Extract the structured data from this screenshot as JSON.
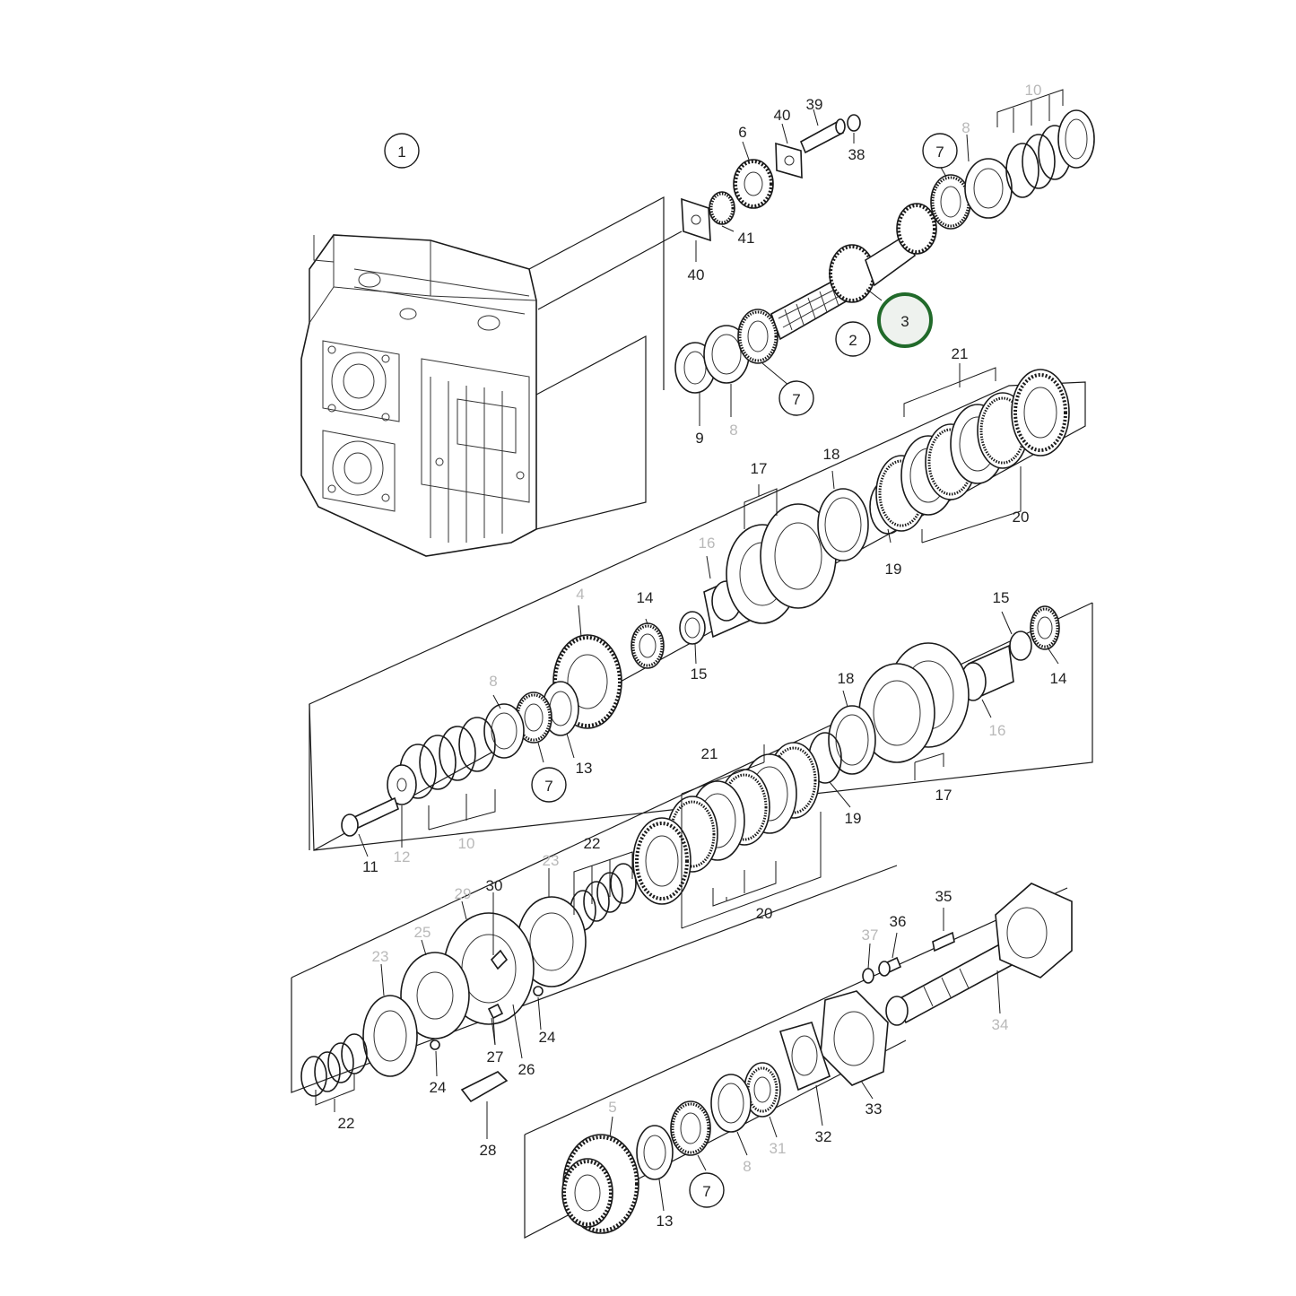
{
  "labels": {
    "l1": "1",
    "l2": "2",
    "l3": "3",
    "l4": "4",
    "l5": "5",
    "l6": "6",
    "l7a": "7",
    "l7b": "7",
    "l7c": "7",
    "l7d": "7",
    "l8a": "8",
    "l8b": "8",
    "l8c": "8",
    "l8d": "8",
    "l9": "9",
    "l10a": "10",
    "l10b": "10",
    "l11": "11",
    "l12": "12",
    "l13a": "13",
    "l13b": "13",
    "l14a": "14",
    "l14b": "14",
    "l15a": "15",
    "l15b": "15",
    "l16a": "16",
    "l16b": "16",
    "l17a": "17",
    "l17b": "17",
    "l18a": "18",
    "l18b": "18",
    "l19a": "19",
    "l19b": "19",
    "l20a": "20",
    "l20b": "20",
    "l21a": "21",
    "l21b": "21",
    "l22a": "22",
    "l22b": "22",
    "l23a": "23",
    "l23b": "23",
    "l24a": "24",
    "l24b": "24",
    "l25": "25",
    "l26": "26",
    "l27": "27",
    "l28": "28",
    "l29": "29",
    "l30": "30",
    "l31": "31",
    "l32": "32",
    "l33": "33",
    "l34": "34",
    "l35": "35",
    "l36": "36",
    "l37": "37",
    "l38": "38",
    "l39": "39",
    "l40a": "40",
    "l40b": "40",
    "l41": "41"
  },
  "highlight": {
    "part_number": "3",
    "color": "#216a2a"
  },
  "colors": {
    "line": "#1a1a1a",
    "grey_label": "#b9b9b9",
    "background": "#ffffff"
  }
}
